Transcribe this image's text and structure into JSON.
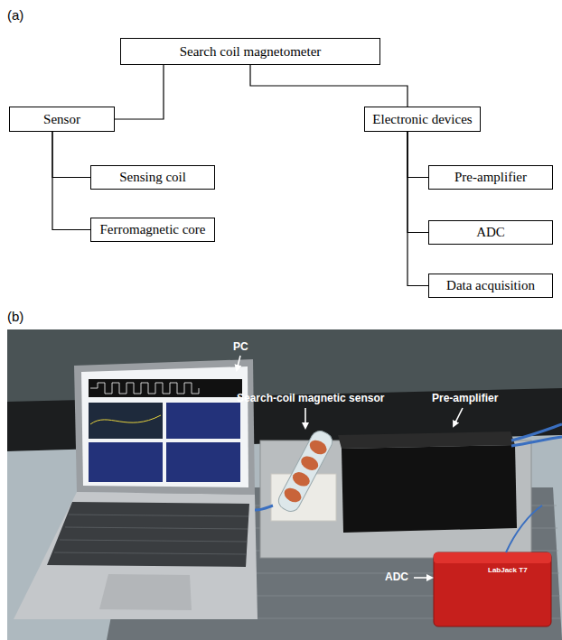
{
  "diagram": {
    "nodes": [
      {
        "text": [
          "Search coil magnetometer"
        ]
      },
      {
        "text": [
          "Sensor"
        ]
      },
      {
        "text": [
          "Electronic devices"
        ]
      },
      {
        "text": [
          "Sensing coil"
        ]
      },
      {
        "text": [
          "Ferromagnetic core"
        ]
      },
      {
        "text": [
          "Pre-amplifier"
        ]
      },
      {
        "text": [
          "ADC"
        ]
      },
      {
        "text": [
          "Data acquisition"
        ]
      }
    ],
    "edges": [
      {
        "from": 0,
        "to": 1,
        "arrow": "none"
      },
      {
        "from": 0,
        "to": 2,
        "arrow": "none"
      },
      {
        "from": 1,
        "to": 3,
        "arrow": "none"
      },
      {
        "from": 1,
        "to": 4,
        "arrow": "none"
      },
      {
        "from": 2,
        "to": 5,
        "arrow": "none"
      },
      {
        "from": 2,
        "to": 6,
        "arrow": "none"
      },
      {
        "from": 2,
        "to": 7,
        "arrow": "none"
      }
    ],
    "labels": [
      "(a)",
      "(b)",
      "PC",
      "Search-coil magnetic sensor",
      "Pre-amplifier",
      "ADC",
      "LabJack T7"
    ]
  }
}
